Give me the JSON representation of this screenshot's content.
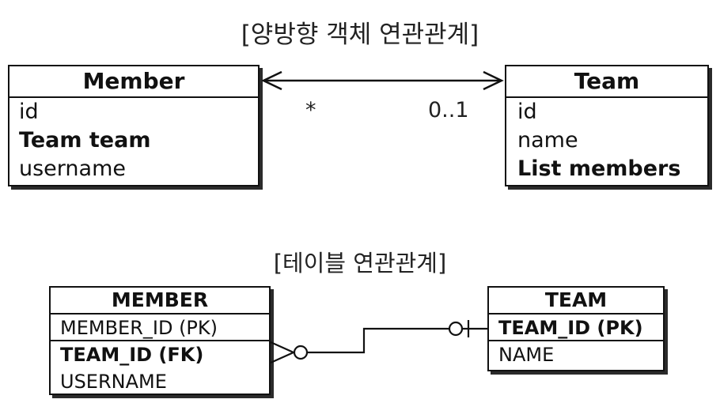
{
  "object_model": {
    "title": "[양방향 객체 연관관계]",
    "member": {
      "name": "Member",
      "fields": [
        {
          "text": "id",
          "bold": false
        },
        {
          "text": "Team team",
          "bold": true
        },
        {
          "text": "username",
          "bold": false
        }
      ]
    },
    "team": {
      "name": "Team",
      "fields": [
        {
          "text": "id",
          "bold": false
        },
        {
          "text": "name",
          "bold": false
        },
        {
          "text": "List members",
          "bold": true
        }
      ]
    },
    "association": {
      "member_multiplicity": "*",
      "team_multiplicity": "0..1"
    }
  },
  "table_model": {
    "title": "[테이블 연관관계]",
    "member_table": {
      "name": "MEMBER",
      "columns": [
        {
          "text": "MEMBER_ID (PK)",
          "bold": false
        },
        {
          "text": "TEAM_ID (FK)",
          "bold": true
        },
        {
          "text": "USERNAME",
          "bold": false
        }
      ]
    },
    "team_table": {
      "name": "TEAM",
      "columns": [
        {
          "text": "TEAM_ID (PK)",
          "bold": true
        },
        {
          "text": "NAME",
          "bold": false
        }
      ]
    }
  }
}
